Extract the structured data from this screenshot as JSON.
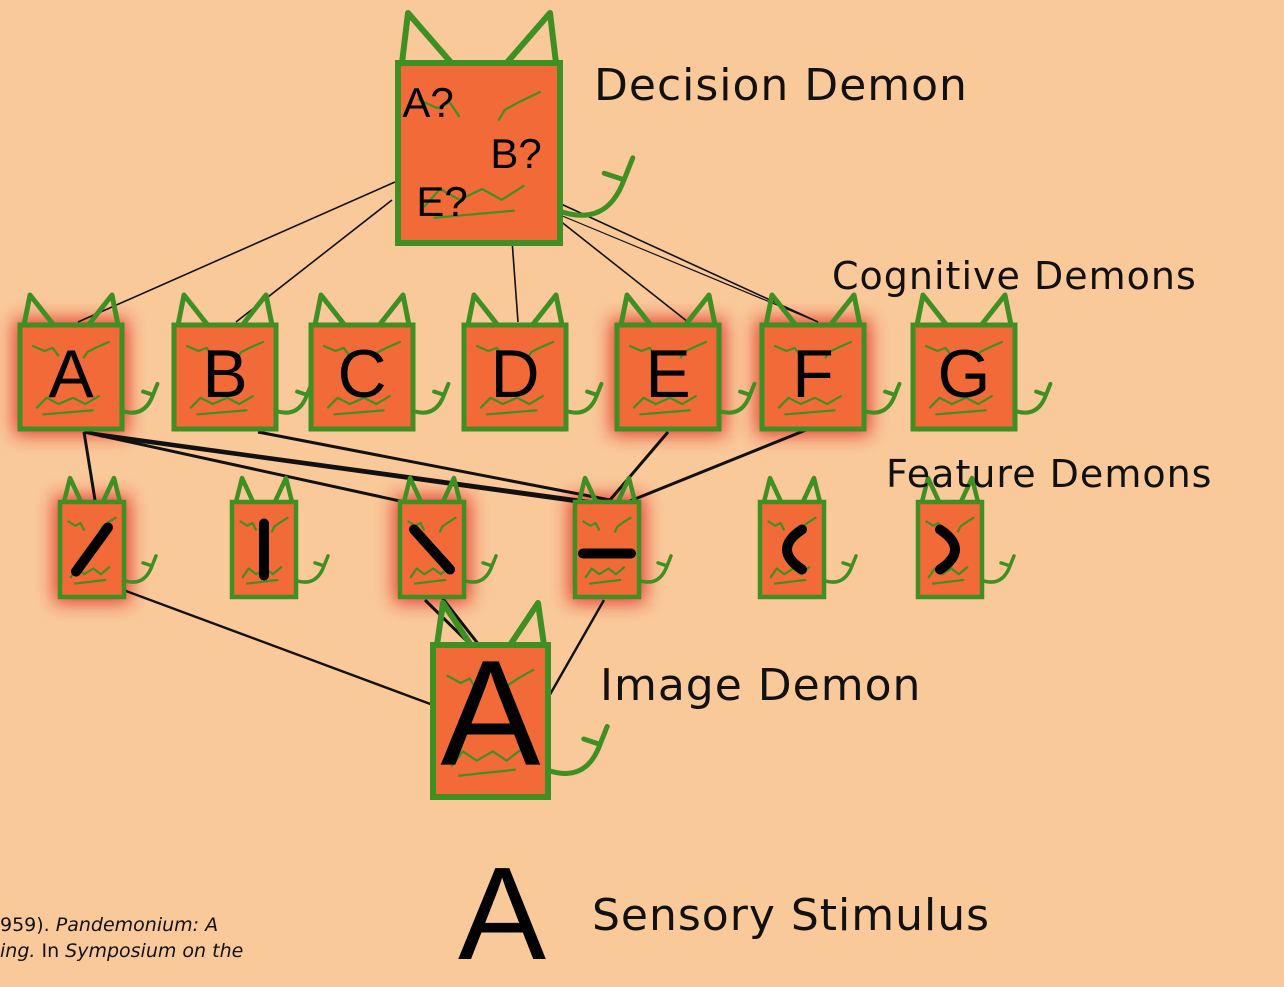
{
  "labels": {
    "decision": "Decision Demon",
    "cognitive": "Cognitive Demons",
    "feature": "Feature Demons",
    "image": "Image Demon",
    "sensory": "Sensory Stimulus"
  },
  "decision_demon": {
    "guesses": [
      "A?",
      "B?",
      "E?"
    ]
  },
  "cognitive_demons": [
    "A",
    "B",
    "C",
    "D",
    "E",
    "F",
    "G"
  ],
  "feature_demons": [
    "/",
    "|",
    "\\",
    "—",
    "(",
    ")"
  ],
  "image_demon_letter": "A",
  "stimulus_letter": "A",
  "citation": {
    "line1_plain": "959). ",
    "line1_italic": "Pandemonium: A",
    "line2_italic_a": "ing.",
    "line2_plain": " In ",
    "line2_italic_b": "Symposium on the"
  },
  "colors": {
    "background": "#f9c99a",
    "demon_fill": "#f26a38",
    "demon_outline": "#3f8f23",
    "glow": "#e2261b"
  }
}
